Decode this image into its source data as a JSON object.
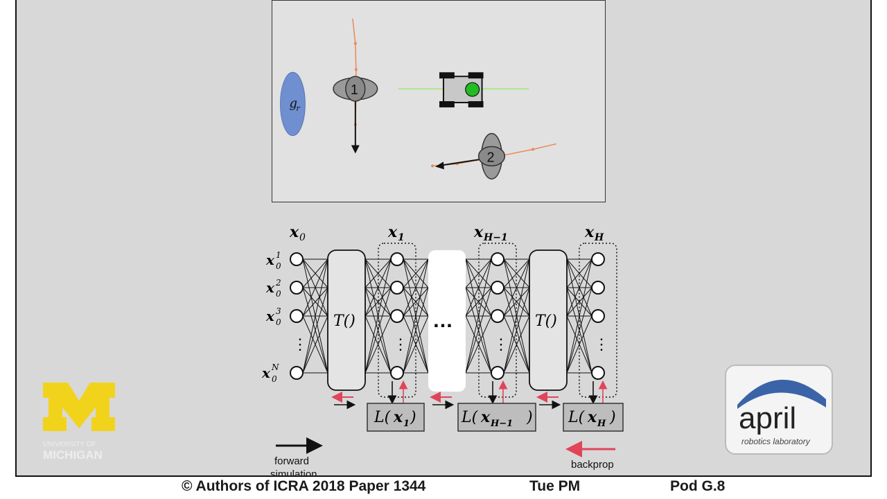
{
  "simulation": {
    "goal_label": "g",
    "goal_subscript": "r",
    "agent1_label": "1",
    "agent2_label": "2",
    "colors": {
      "goal": "#6f8fd0",
      "trajectory": "#e8885a",
      "robot_marker": "#22bb22",
      "heading": "#aee88a"
    }
  },
  "diagram": {
    "state_headers": [
      {
        "base": "x",
        "sub": "0"
      },
      {
        "base": "x",
        "sub": "1"
      },
      {
        "base": "x",
        "sub": "H−1"
      },
      {
        "base": "x",
        "sub": "H"
      }
    ],
    "input_labels": [
      {
        "base": "x",
        "sub": "0",
        "sup": "1"
      },
      {
        "base": "x",
        "sub": "0",
        "sup": "2"
      },
      {
        "base": "x",
        "sub": "0",
        "sup": "3"
      },
      {
        "base": "x",
        "sub": "0",
        "sup": "N"
      }
    ],
    "transition_label": "T()",
    "ellipsis_label": "…",
    "vertical_ellipsis": "⋮",
    "loss_boxes": [
      {
        "prefix": "L(",
        "var": "x",
        "sub": "1",
        "suffix": ")"
      },
      {
        "prefix": "L(",
        "var": "x",
        "sub": "H−1",
        "suffix": ")"
      },
      {
        "prefix": "L(",
        "var": "x",
        "sub": "H",
        "suffix": ")"
      }
    ],
    "forward_label_line1": "forward",
    "forward_label_line2": "simulation",
    "backprop_label": "backprop",
    "colors": {
      "forward_arrow": "#111111",
      "backprop_arrow": "#e0455a"
    }
  },
  "logos": {
    "umich_line1": "UNIVERSITY OF",
    "umich_line2": "MICHIGAN",
    "umich_color": "#f2d31c",
    "april_word": "april",
    "april_tagline": "robotics laboratory",
    "april_arc_color": "#3b63a8"
  },
  "caption": {
    "copyright": "© Authors of ICRA 2018 Paper 1344",
    "session": "Tue PM",
    "pod": "Pod G.8"
  }
}
